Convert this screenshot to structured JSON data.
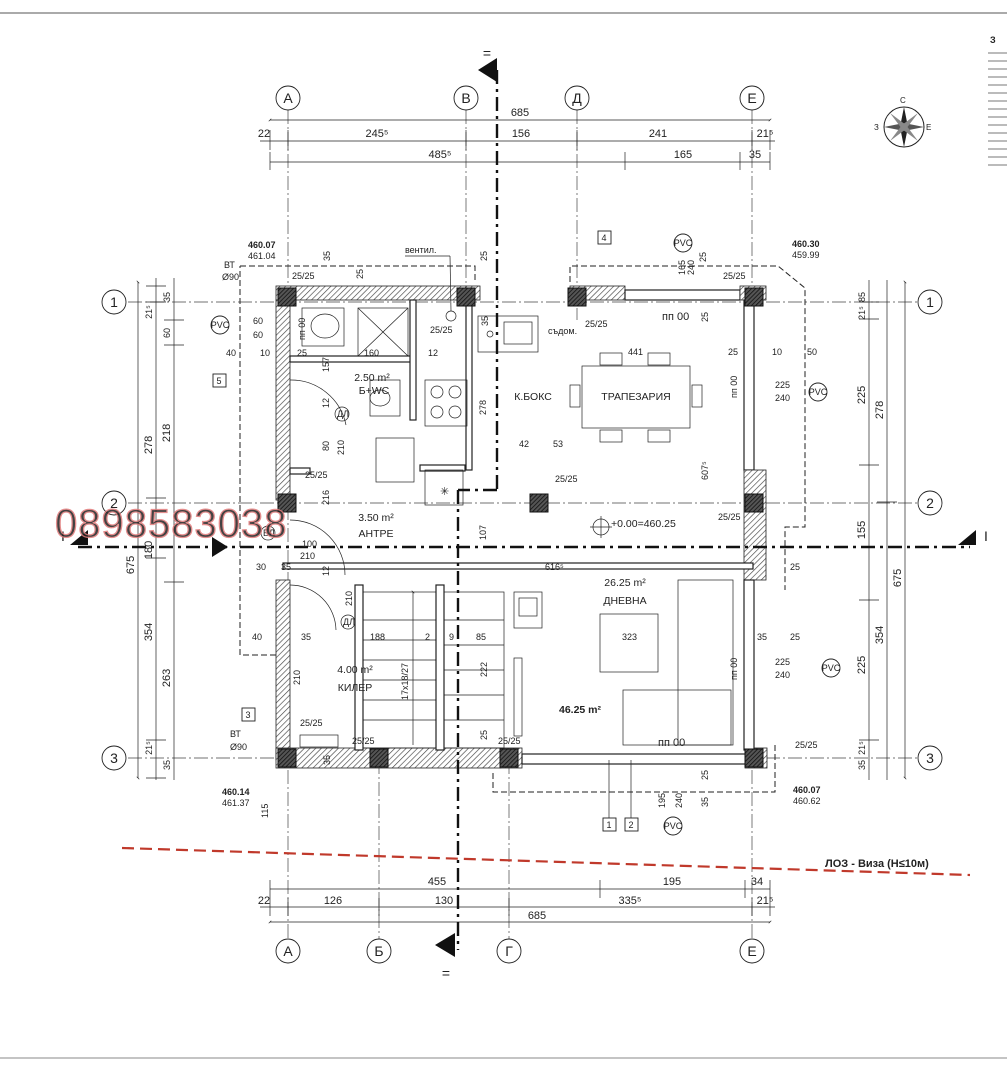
{
  "grid_labels": {
    "top": [
      "А",
      "В",
      "Д",
      "Е"
    ],
    "bottom": [
      "А",
      "Б",
      "Г",
      "Е"
    ],
    "rows": [
      "1",
      "2",
      "3"
    ]
  },
  "section_marks": {
    "vertical": "=",
    "horizontal": "I"
  },
  "top_dims": {
    "overall": "685",
    "row2": [
      "22",
      "245⁵",
      "156",
      "241",
      "21⁵"
    ],
    "row3": [
      "485⁵",
      "165",
      "35"
    ]
  },
  "bottom_dims": {
    "row1": [
      "455",
      "195",
      "34"
    ],
    "row2": [
      "22",
      "126",
      "130",
      "335⁵",
      "21⁵"
    ],
    "overall": "685"
  },
  "left_dims": {
    "overall": "675",
    "col1": [
      "21⁵",
      "278",
      "180",
      "354",
      "21⁵"
    ],
    "col2": [
      "60",
      "218",
      "263"
    ],
    "col3": [
      "35",
      "35"
    ]
  },
  "right_dims": {
    "overall": "675",
    "col1": [
      "278",
      "354"
    ],
    "col2": [
      "85",
      "21⁵",
      "225",
      "155",
      "225",
      "21⁵",
      "35"
    ]
  },
  "rooms": [
    {
      "name": "2.50 m²",
      "sub": "Б+WC"
    },
    {
      "name": "3.50 m²",
      "sub": "АНТРЕ"
    },
    {
      "name": "4.00 m²",
      "sub": "КИЛЕР"
    },
    {
      "name": "26.25 m²",
      "sub": "ДНЕВНА"
    },
    {
      "name": "К.БОКС",
      "sub": ""
    },
    {
      "name": "ТРАПЕЗАРИЯ",
      "sub": ""
    },
    {
      "name": "46.25 m²",
      "sub": ""
    }
  ],
  "level_mark": "+0.00=460.25",
  "elevations": [
    {
      "a": "460.07",
      "b": "461.04"
    },
    {
      "a": "460.30",
      "b": "459.99"
    },
    {
      "a": "460.14",
      "b": "461.37"
    },
    {
      "a": "460.07",
      "b": "460.62"
    }
  ],
  "labels": {
    "ventil": "вентил.",
    "sadom": "съдом.",
    "bt": "ВТ",
    "d90": "Ø90",
    "pvc": "PVC",
    "pp00": "пп 00",
    "dl": "ДЛ",
    "bl": "БЛ",
    "stairs": "17x18/27",
    "loz": "ЛОЗ - Виза (Н≤10м)",
    "column": "25/25",
    "tag1": "1",
    "tag2": "2",
    "tag3": "3",
    "tag4": "4",
    "tag5": "5",
    "compass_s": "С",
    "compass_e": "Е",
    "compass_w": "З",
    "notes_title": "З"
  },
  "inner_dims": {
    "d60": "60",
    "d40": "40",
    "d10": "10",
    "d25": "25",
    "d12": "12",
    "d157": "157",
    "d160": "160",
    "d180": "180",
    "d80": "80",
    "d210": "210",
    "d216": "216",
    "d100": "100",
    "d30": "30",
    "d35": "35",
    "d188": "188",
    "d9": "9",
    "d85": "85",
    "d2": "2",
    "d222": "222",
    "d278": "278",
    "d42": "42",
    "d53": "53",
    "d107": "107",
    "d441": "441",
    "d50": "50",
    "d225": "225",
    "d240": "240",
    "d616": "616⁵",
    "d323": "323",
    "d607": "607⁵",
    "d165": "165",
    "d195": "195",
    "d115": "115"
  },
  "watermark": "0898583038"
}
